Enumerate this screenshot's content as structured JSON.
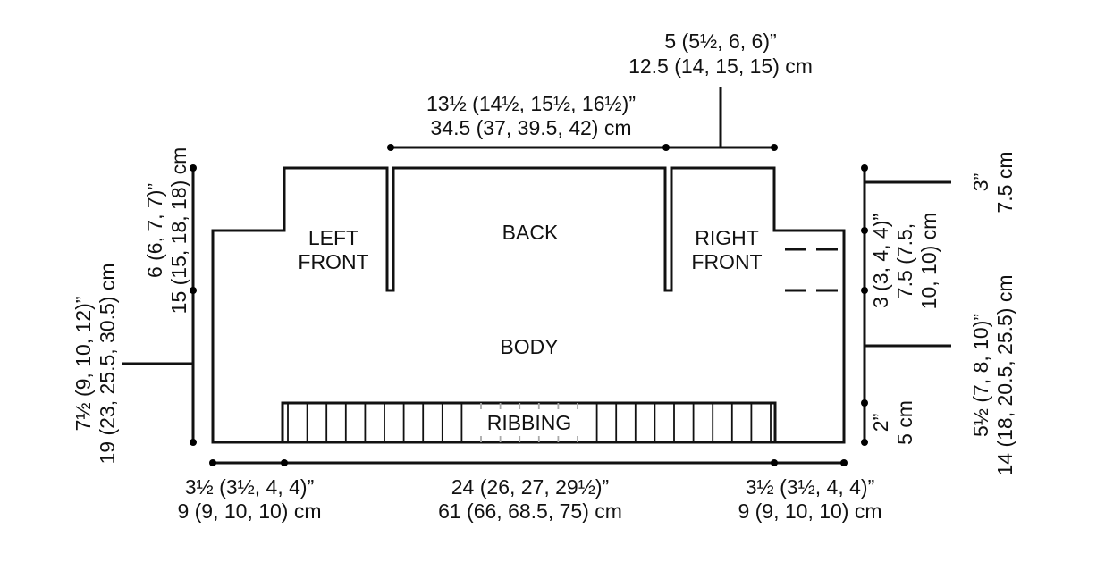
{
  "colors": {
    "ink": "#111111",
    "paper": "#ffffff",
    "ribbing_center": "#aaaaaa"
  },
  "pieces": {
    "left_front": [
      "LEFT",
      "FRONT"
    ],
    "back": "BACK",
    "right_front": [
      "RIGHT",
      "FRONT"
    ],
    "body": "BODY",
    "ribbing": "RIBBING"
  },
  "dimensions": {
    "top_right_shoulder": [
      "5 (5½, 6, 6)”",
      "12.5 (14, 15, 15) cm"
    ],
    "back_width": [
      "13½ (14½, 15½, 16½)”",
      "34.5 (37, 39.5, 42) cm"
    ],
    "bottom_left": [
      "3½ (3½, 4, 4)”",
      "9 (9, 10, 10) cm"
    ],
    "bottom_center": [
      "24 (26, 27, 29½)”",
      "61 (66, 68.5, 75) cm"
    ],
    "bottom_right": [
      "3½ (3½, 4, 4)”",
      "9 (9, 10, 10) cm"
    ],
    "left_upper": [
      "6 (6, 7, 7)”",
      "15 (15, 18, 18) cm"
    ],
    "left_lower": [
      "7½ (9, 10, 12)”",
      "19 (23, 25.5, 30.5) cm"
    ],
    "right_inner_upper": [
      "3 (3, 4, 4)”",
      "7.5 (7.5,",
      "10, 10) cm"
    ],
    "right_inner_lower": [
      "2”",
      "5 cm"
    ],
    "right_outer": [
      "3”",
      "7.5 cm"
    ],
    "right_outer_long": [
      "5½ (7, 8, 10)”",
      "14 (18, 20.5, 25.5) cm"
    ]
  }
}
